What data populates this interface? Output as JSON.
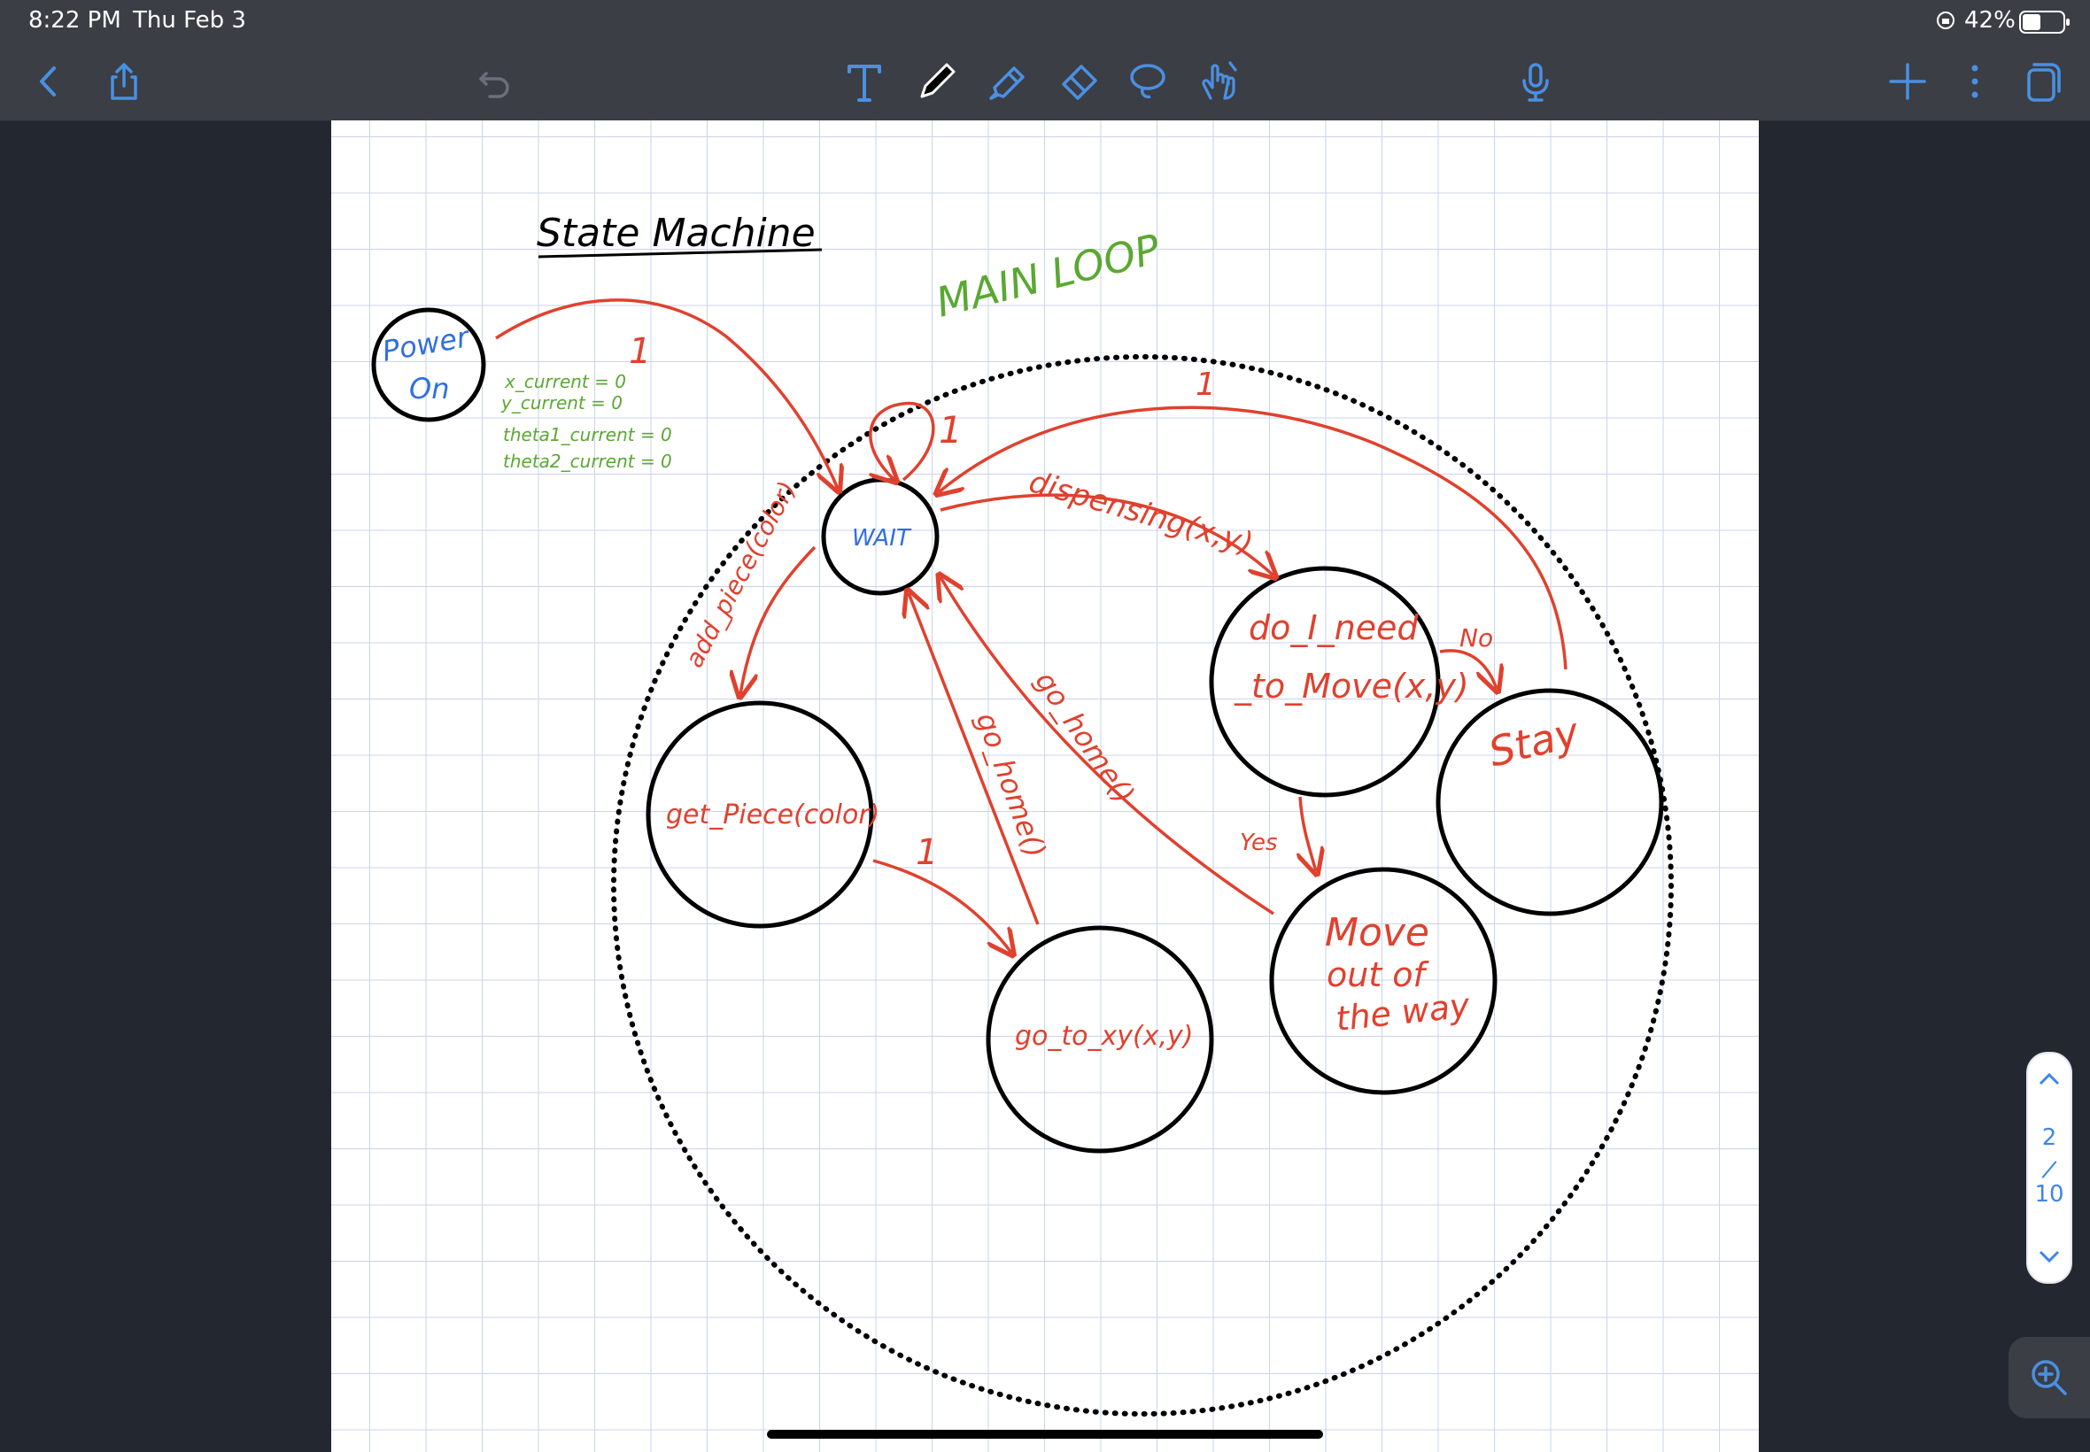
{
  "status_bar": {
    "time": "8:22 PM",
    "date": "Thu Feb 3",
    "battery": "42%"
  },
  "toolbar": {
    "left": [
      "back-icon",
      "share-icon",
      "undo-icon"
    ],
    "tools": [
      "text-tool-icon",
      "pen-icon",
      "highlighter-icon",
      "eraser-icon",
      "lasso-icon",
      "hand-pointer-icon"
    ],
    "right": [
      "microphone-icon",
      "add-icon",
      "more-icon",
      "pages-icon"
    ]
  },
  "note": {
    "title": "State Machine",
    "loop_label": "MAIN LOOP",
    "states": {
      "power_on_line1": "Power",
      "power_on_line2": "On",
      "wait": "WAIT",
      "get_piece": "get_Piece(color)",
      "go_to_xy": "go_to_xy(x,y)",
      "need_move_line1": "do_I_need",
      "need_move_line2": "_to_Move(x,y)",
      "stay": "Stay",
      "move_line1": "Move",
      "move_line2": "out of",
      "move_line3": "the way"
    },
    "init_values": [
      "x_current = 0",
      "y_current = 0",
      "theta1_current = 0",
      "theta2_current = 0"
    ],
    "transitions": {
      "power_to_wait": "1",
      "wait_self": "1",
      "stay_to_wait": "1",
      "dispensing": "dispensing(x,y)",
      "add_piece": "add_piece(color)",
      "piece_to_xy": "1",
      "go_home_1": "go_home()",
      "go_home_2": "go_home()",
      "no": "No",
      "yes": "Yes"
    },
    "colors": {
      "ink": "#000000",
      "red": "#e0412e",
      "blue": "#2f6fe0",
      "green": "#5aa832"
    }
  },
  "pager": {
    "current": "2",
    "total": "10"
  }
}
